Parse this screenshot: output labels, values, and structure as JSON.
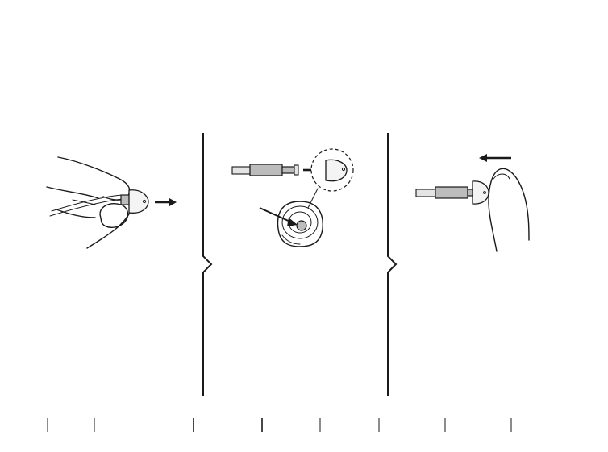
{
  "figure": {
    "panels": [
      {
        "id": "panel-1",
        "content": "remove-eartip-from-nozzle"
      },
      {
        "id": "panel-2",
        "content": "align-new-eartip-onto-nozzle"
      },
      {
        "id": "panel-3",
        "content": "press-eartip-onto-nozzle"
      }
    ],
    "icons": [
      "right-arrow-icon",
      "left-arrow-icon",
      "magnifier-callout-icon"
    ],
    "colors": {
      "ink": "#1a1a1a",
      "metal": "#bcbcbc",
      "background": "#ffffff"
    }
  }
}
